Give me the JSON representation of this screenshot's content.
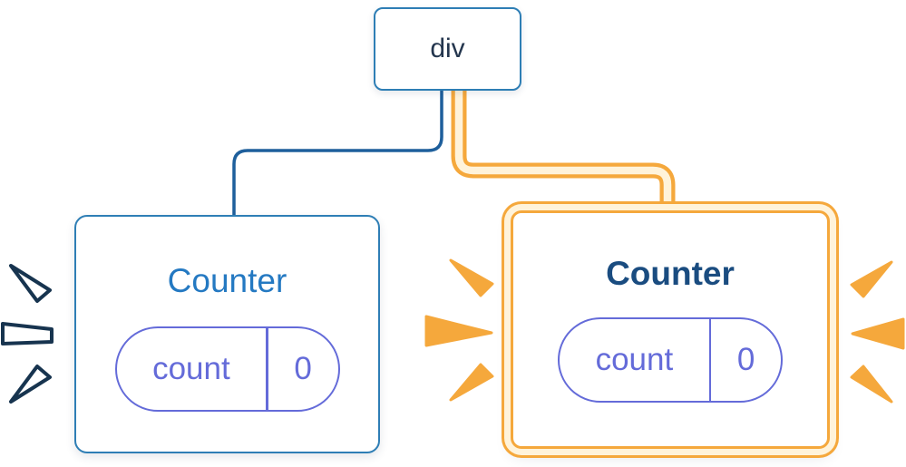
{
  "diagram": {
    "root_node": {
      "label": "div"
    },
    "children": [
      {
        "title": "Counter",
        "state": {
          "key": "count",
          "value": "0"
        },
        "highlighted": false
      },
      {
        "title": "Counter",
        "state": {
          "key": "count",
          "value": "0"
        },
        "highlighted": true
      }
    ],
    "decorations": {
      "left_bursts": "white-burst-marks",
      "right_bursts": "orange-burst-marks"
    },
    "colors": {
      "node_border": "#2E7EB5",
      "node_text": "#24364E",
      "connector_blue": "#1E5F9C",
      "left_title": "#2479C2",
      "right_title": "#1A4C80",
      "purple": "#646BD9",
      "orange": "#F5A83C",
      "cream": "#FFF3DA",
      "burst_outline": "#17344F"
    }
  }
}
